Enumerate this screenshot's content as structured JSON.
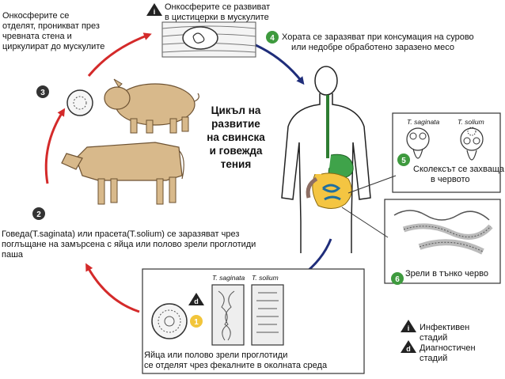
{
  "colors": {
    "red_arrow": "#d42a2a",
    "blue_arrow": "#1f2d7a",
    "animal_fill": "#d8b98b",
    "stage_green": "#3e9a3e",
    "stage_dark": "#333333",
    "stage_yellow": "#f2c53a",
    "infective_triangle": "#222222"
  },
  "title_lines": [
    "Цикъл на",
    "развитие",
    "на свинска",
    "и говежда",
    "тения"
  ],
  "step_numbers": {
    "s1": "1",
    "s2": "2",
    "s3": "3",
    "s4": "4",
    "s5": "5",
    "s6": "6"
  },
  "badges": {
    "infective": "i",
    "diagnostic": "d"
  },
  "texts": {
    "top_center": [
      "Онкосферите се развиват",
      "в цистицерки в мускулите"
    ],
    "top_left": [
      "Онкосферите се",
      "отделят, проникват през",
      "чревната стена и",
      "циркулират до мускулите"
    ],
    "step4": [
      "Хората се заразяват при консумация на сурово",
      "или недобре обработено заразено месо"
    ],
    "step5": [
      "Сколексът се захваща",
      "в червото"
    ],
    "step6": "Зрели в тънко черво",
    "step2": [
      "Говеда(T.saginata) или прасета(T.solium) се заразяват чрез",
      "поглъщане на замърсена с яйца или полово зрели проглотиди",
      "паша"
    ],
    "bottom": [
      "Яйца или полово зрели проглотиди",
      "се отделят чрез фекалните в околната среда"
    ],
    "scolex_labels": [
      "T. saginata",
      "T. solium"
    ],
    "proglottid_labels": [
      "T. saginata",
      "T. solium"
    ]
  },
  "legend": {
    "infective": [
      "Инфективен",
      "стадий"
    ],
    "diagnostic": [
      "Диагностичен",
      "стадий"
    ]
  }
}
